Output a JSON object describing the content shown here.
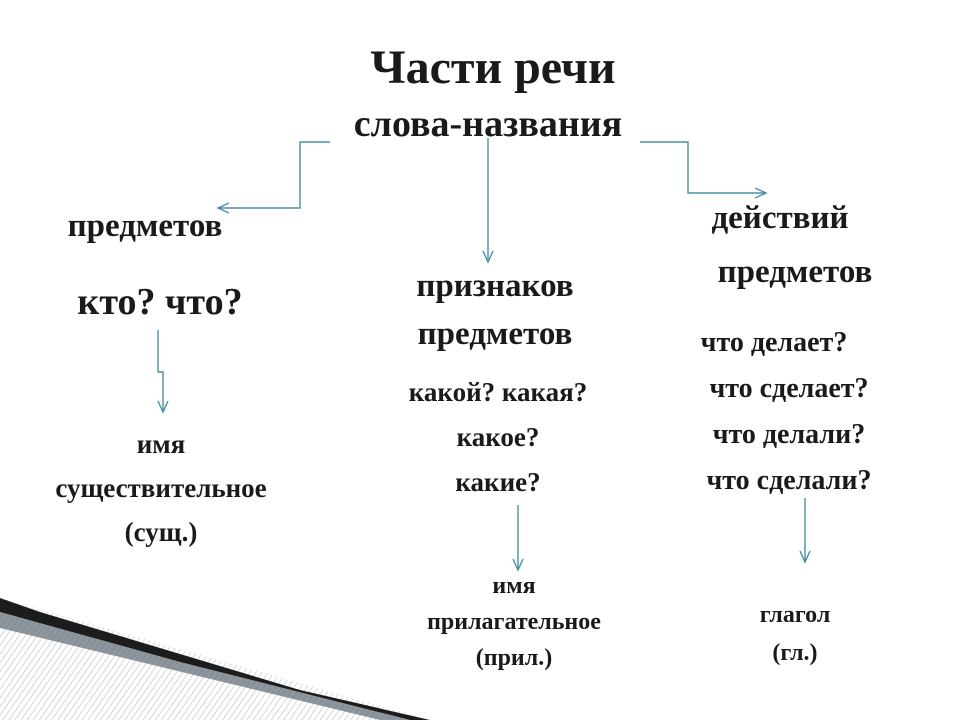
{
  "title": "Части речи",
  "subtitle": "слова-названия",
  "branches": [
    {
      "heading": [
        "предметов"
      ],
      "questions": [
        "кто? что?"
      ],
      "result": [
        "имя",
        "существительное",
        "(сущ.)"
      ]
    },
    {
      "heading": [
        "признаков",
        "предметов"
      ],
      "questions": [
        "какой? какая?",
        "какое?",
        "какие?"
      ],
      "result": [
        "имя",
        "прилагательное",
        "(прил.)"
      ]
    },
    {
      "heading": [
        "действий",
        "предметов"
      ],
      "questions": [
        "что делает?",
        "что сделает?",
        "что делали?",
        "что сделали?"
      ],
      "result": [
        "глагол",
        "(гл.)"
      ]
    }
  ],
  "colors": {
    "arrow": "#4a90a4",
    "text": "#1a1a1a"
  }
}
